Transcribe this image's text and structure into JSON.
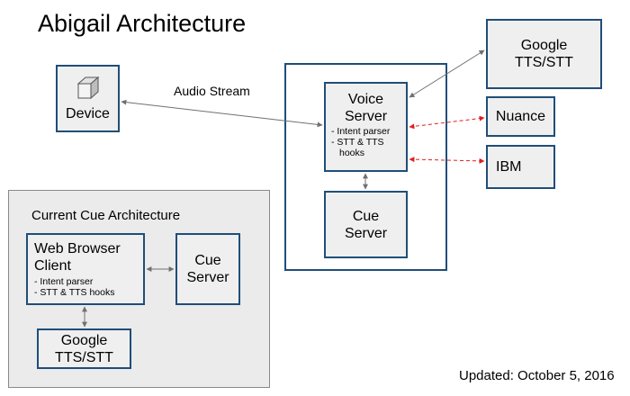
{
  "title": "Abigail Architecture",
  "colors": {
    "box_border": "#1f4e79",
    "box_fill": "#efefef",
    "panel_fill": "#ebebeb",
    "arrow": "#707070",
    "dashed_arrow": "#e02020"
  },
  "device": {
    "label": "Device",
    "icon": "cube-icon"
  },
  "audio_stream_label": "Audio Stream",
  "voice_server": {
    "title_line1": "Voice",
    "title_line2": "Server",
    "note1": "- Intent parser",
    "note2": "- STT & TTS",
    "note3": "hooks"
  },
  "cue_server_main": {
    "line1": "Cue",
    "line2": "Server"
  },
  "google_main": {
    "line1": "Google",
    "line2": "TTS/STT"
  },
  "nuance": {
    "label": "Nuance"
  },
  "ibm": {
    "label": "IBM"
  },
  "current_cue": {
    "heading": "Current Cue Architecture",
    "web_browser": {
      "line1": "Web Browser",
      "line2": "Client",
      "note1": "- Intent parser",
      "note2": "- STT & TTS hooks"
    },
    "cue_server": {
      "line1": "Cue",
      "line2": "Server"
    },
    "google": {
      "line1": "Google",
      "line2": "TTS/STT"
    }
  },
  "updated": "Updated: October 5, 2016"
}
